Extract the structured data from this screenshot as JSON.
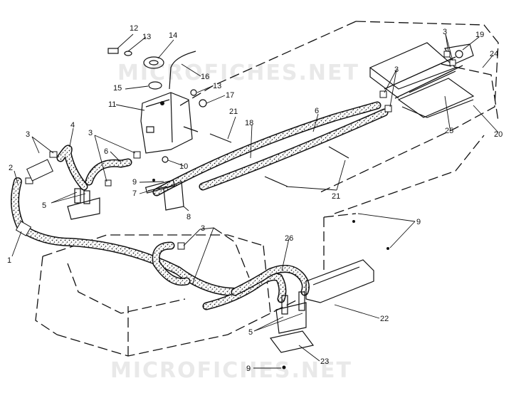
{
  "watermark": {
    "top": "MICROFICHES.NET",
    "bottom": "MICROFICHES.NET"
  },
  "callouts": [
    "1",
    "2",
    "3",
    "4",
    "5",
    "6",
    "7",
    "8",
    "9",
    "10",
    "11",
    "12",
    "13",
    "14",
    "15",
    "16",
    "17",
    "18",
    "19",
    "20",
    "21",
    "22",
    "23",
    "24",
    "25",
    "26"
  ],
  "colors": {
    "ink": "#111111",
    "hose_fill": "#bdbdbd",
    "watermark": "#e9e9e9"
  }
}
